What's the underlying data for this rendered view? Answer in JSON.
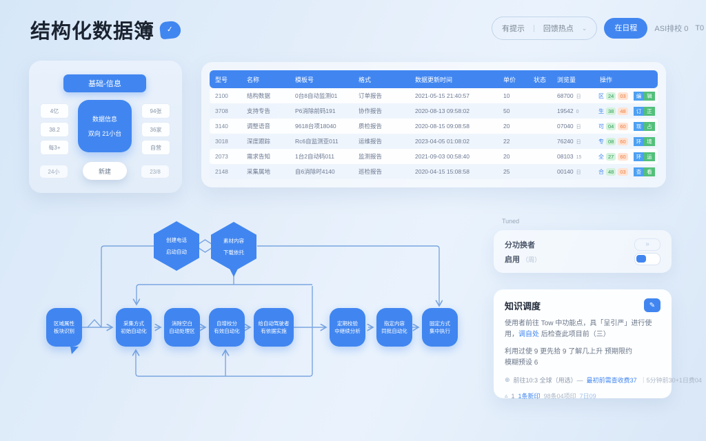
{
  "app": {
    "title": "结构化数据簿",
    "title_icon_glyph": "✓"
  },
  "nav": {
    "items": [
      {
        "label": "有提示"
      },
      {
        "label": "回馈热点"
      },
      {
        "label": "在日程"
      },
      {
        "label": "ASI排校 0"
      }
    ],
    "trailing": "T0"
  },
  "left_panel": {
    "header": "基础-信息",
    "center_line1": "数据信息",
    "center_line2": "双向 21小台",
    "side_left": [
      "4亿",
      "38.2",
      "每3+"
    ],
    "side_right": [
      "94张",
      "36家",
      "自营"
    ],
    "bottom_left": "24小",
    "bottom_right": "23/8",
    "primary_button": "新建"
  },
  "table": {
    "headers": [
      "型号",
      "名称",
      "模板号",
      "格式",
      "数据更新时间",
      "单价",
      "状态",
      "浏览量",
      "操作"
    ],
    "rows": [
      {
        "id": "2100",
        "name": "结构数据",
        "template": "0台8自动监测01",
        "format": "订单报告",
        "updated": "2021-05-15 21:40:57",
        "count": "10",
        "extra": "",
        "views": "68700",
        "views_sub": "日",
        "link": "区",
        "tag_green": "24",
        "tag_orange": "03",
        "action_a": "编",
        "action_b": "辑"
      },
      {
        "id": "3708",
        "name": "支持专告",
        "template": "P6消除前码191",
        "format": "协作报告",
        "updated": "2020-08-13 09:58:02",
        "count": "50",
        "extra": "",
        "views": "19542",
        "views_sub": "0",
        "link": "生",
        "tag_green": "38",
        "tag_orange": "48",
        "action_a": "订",
        "action_b": "正"
      },
      {
        "id": "3140",
        "name": "调整语音",
        "template": "9618台项18040",
        "format": "质检报告",
        "updated": "2020-08-15 09:08:58",
        "count": "20",
        "extra": "",
        "views": "07040",
        "views_sub": "日",
        "link": "可",
        "tag_green": "04",
        "tag_orange": "60",
        "action_a": "现",
        "action_b": "占"
      },
      {
        "id": "3018",
        "name": "深度跟踪",
        "template": "Rc6自监测亚011",
        "format": "运维报告",
        "updated": "2023-04-05 01:08:02",
        "count": "22",
        "extra": "",
        "views": "76240",
        "views_sub": "日",
        "link": "专",
        "tag_green": "08",
        "tag_orange": "60",
        "action_a": "环",
        "action_b": "境"
      },
      {
        "id": "2073",
        "name": "需求告知",
        "template": "1台2自动码011",
        "format": "监测报告",
        "updated": "2021-09-03 00:58:40",
        "count": "20",
        "extra": "",
        "views": "08103",
        "views_sub": "15",
        "link": "全",
        "tag_green": "27",
        "tag_orange": "60",
        "action_a": "环",
        "action_b": "运"
      },
      {
        "id": "2148",
        "name": "采集属地",
        "template": "自6消除时4140",
        "format": "巡检报告",
        "updated": "2020-04-15 15:08:58",
        "count": "25",
        "extra": "",
        "views": "00140",
        "views_sub": "日",
        "link": "合",
        "tag_green": "48",
        "tag_orange": "03",
        "action_a": "查",
        "action_b": "看"
      }
    ]
  },
  "flow": {
    "hexagons": [
      {
        "line1": "创建电话",
        "line2": "启动自动"
      },
      {
        "line1": "素材内容",
        "line2": "下载依托"
      }
    ],
    "nodes": [
      {
        "line1": "区域属性",
        "line2": "板块识别"
      },
      {
        "line1": "采集方式",
        "line2": "初始自动化"
      },
      {
        "line1": "消除空白",
        "line2": "自动处理区"
      },
      {
        "line1": "自增校分",
        "line2": "有效自动化"
      },
      {
        "line1": "给自动驾驶者",
        "line2": "有依据实施"
      },
      {
        "line1": "定期校验",
        "line2": "中继续分析"
      },
      {
        "line1": "指定内容",
        "line2": "同批自动化"
      },
      {
        "line1": "固定方式",
        "line2": "集中执行"
      }
    ]
  },
  "toggle_panel": {
    "caption": "Tuned",
    "row1_label": "分功换者",
    "row2_label": "启用",
    "row2_suffix": "（周）"
  },
  "info_card": {
    "title": "知识调度",
    "action_glyph": "✎",
    "para1_pre": "使用者前往 Tow 中功能点，具「呈引严」进行使用，",
    "para1_link": "调自处",
    "para1_post": " 后检查此项目前（三）",
    "para2_line1": "利用过使 9 更先拾 9 了解几上升 预期限约",
    "para2_line2": "模糊预设 6",
    "footer1_icon": "⊕",
    "footer1_pre": "前往10:3 全球（用选）—",
    "footer1_link": "最初前需查收费37",
    "footer1_post": "｜5分钟前30+1日费04",
    "footer2_icon": "▵",
    "footer2_pre": "1",
    "footer2_link": "1条新印",
    "footer2_mid": "98条04项印",
    "footer2_tail": "7日09"
  },
  "colors": {
    "accent": "#4186f0",
    "green": "#2f9e55",
    "orange": "#ec7e3e",
    "line": "#7aa5e0"
  }
}
